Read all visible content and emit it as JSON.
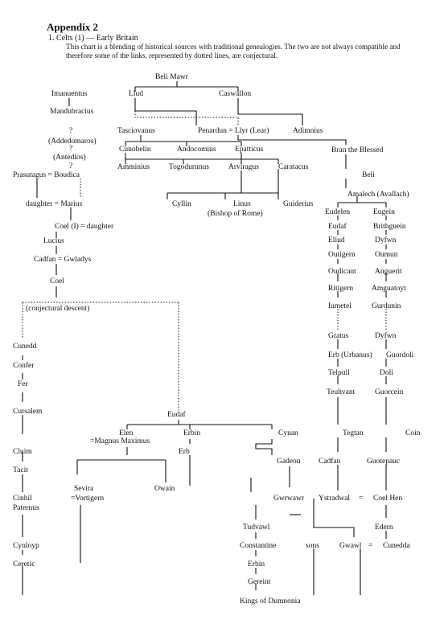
{
  "heading": {
    "title": "Appendix 2",
    "subtitle": "1. Celts (1) — Early Britain",
    "description": "This chart is a blending of historical sources with traditional genealogies. The two are not always compatible and therefore some of the links, represented by dotted lines, are conjectural."
  },
  "nodes": {
    "beli_mawr": "Beli Mawr",
    "imanuentus": "Imanuentus",
    "lud": "Llud",
    "caswallon": "Caswallon",
    "mandubracius": "Mandubracius",
    "q1": "?",
    "addedomaros": "(Addedomaros)",
    "q2": "?",
    "antedios": "(Antedios)",
    "q3": "?",
    "tasciovanus": "Tasciovanus",
    "penardun_llyr": "Penardun = Llyr (Lear)",
    "adminius": "Adimnius",
    "cunobelin": "Cunobelin",
    "andocomius": "Andocomius",
    "epatticus": "Epatticus",
    "bran": "Bran the Blessed",
    "prasutagus_boudica": "Prasutagus  = Boudica",
    "amminius": "Amminius",
    "togodumnus": "Togodurunus",
    "arviragus": "Arviragus",
    "caratacus": "Caratacus",
    "beli": "Beli",
    "amalech": "Amalech (Avallach)",
    "daughter_marius": "daughter = Marius",
    "cyllin": "Cyllin",
    "linus": "Linus",
    "bishop": "(Bishop of Rome)",
    "guiderius": "Guiderius",
    "eudelen": "Eudelen",
    "eugein": "Eugein",
    "coel1": "Coel (I)  = daughter",
    "eudaf_r": "Eudaf",
    "brithguein": "Brithguein",
    "eliud": "Eliud",
    "dyfwn1": "Dyfwn",
    "lucius": "Lucius",
    "outigern": "Outigern",
    "oumun": "Oumun",
    "cadfan_gwladys": "Cadfan = Gwladys",
    "oudicant": "Oudicant",
    "anguerit": "Anguerit",
    "coel": "Coel",
    "ritigern": "Ritigern",
    "amguatoyt": "Amguatoyt",
    "conjectural": "(conjectural descent)",
    "iumetel": "Iumetel",
    "gurdumn": "Gurdunin",
    "cunedd": "Cunedd",
    "gratus": "Gratus",
    "dyfwn2": "Dyfwn",
    "confer": "Confer",
    "erb_urbanus": "Erb (Urbanus)",
    "guordoli": "Guordoli",
    "fer": "Fer",
    "telpuil": "Telpuil",
    "doli": "Doli",
    "teuhvant": "Teuhvant",
    "guorcein": "Guorcein",
    "cursalem": "Cursalem",
    "eudaf": "Eudaf",
    "elen": "Elen",
    "magnus": "=Magnus Maximus",
    "erbin": "Erbin",
    "cynan": "Cynan",
    "tegtan": "Tegtan",
    "coin": "Coin",
    "cluim": "Cluim",
    "erb": "Erb",
    "gadeon": "Gadeon",
    "cadfan": "Cadfan",
    "guotepauc": "Guotepauc",
    "tacit": "Tacit",
    "sevira": "Sevira",
    "vortigern": "=Vortigern",
    "owain": "Owain",
    "cinhil": "Cinhil",
    "paternus": "Paternus",
    "gwrwawr": "Gwrwawr",
    "ystradwal": "Ystradwal",
    "eq1": "=",
    "coel_hen": "Coel Hen",
    "edern": "Edern",
    "tudvawl": "Tudvawl",
    "cynloyp": "Cynloyp",
    "constantine": "Constantine",
    "sons": "sons",
    "gwawl": "Gwawl",
    "eq2": "=",
    "cunedda": "Cunedda",
    "ceretic": "Ceretic",
    "erbin2": "Erbin",
    "gereint": "Gereint",
    "kings": "Kings of  Dumnonia"
  }
}
